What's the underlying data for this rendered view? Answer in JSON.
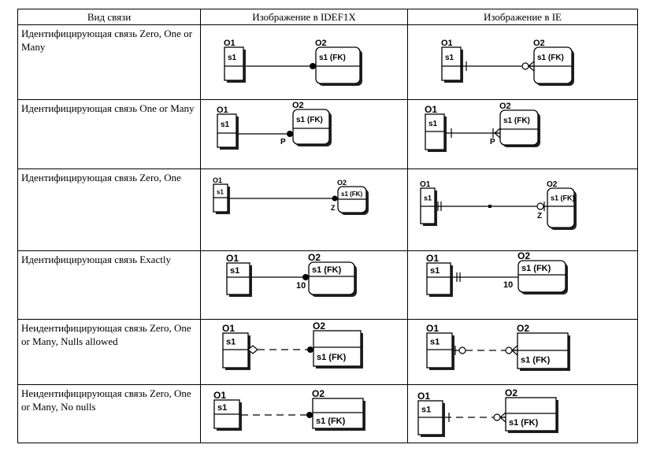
{
  "header": {
    "col_type": "Вид связи",
    "col_idef1x": "Изображение в IDEF1X",
    "col_ie": "Изображение в IE"
  },
  "rows": [
    {
      "type": "Идентифицирующая связь Zero, One or Many",
      "idef1x": {
        "parent": "O1",
        "parent_attr": "s1",
        "child": "O2",
        "child_attr": "s1 (FK)",
        "annotation": ""
      },
      "ie": {
        "parent": "O1",
        "parent_attr": "s1",
        "child": "O2",
        "child_attr": "s1 (FK)",
        "annotation": ""
      }
    },
    {
      "type": "Идентифицирующая связь One or Many",
      "idef1x": {
        "parent": "O1",
        "parent_attr": "s1",
        "child": "O2",
        "child_attr": "s1 (FK)",
        "annotation": "P"
      },
      "ie": {
        "parent": "O1",
        "parent_attr": "s1",
        "child": "O2",
        "child_attr": "s1 (FK)",
        "annotation": "P"
      }
    },
    {
      "type": "Идентифицирующая связь Zero, One",
      "idef1x": {
        "parent": "O1",
        "parent_attr": "s1",
        "child": "O2",
        "child_attr": "s1 (FK)",
        "annotation": "Z"
      },
      "ie": {
        "parent": "O1",
        "parent_attr": "s1",
        "child": "O2",
        "child_attr": "s1 (FK)",
        "annotation": "Z"
      }
    },
    {
      "type": "Идентифицирующая связь Exactly",
      "idef1x": {
        "parent": "O1",
        "parent_attr": "s1",
        "child": "O2",
        "child_attr": "s1 (FK)",
        "annotation": "10"
      },
      "ie": {
        "parent": "O1",
        "parent_attr": "s1",
        "child": "O2",
        "child_attr": "s1 (FK)",
        "annotation": "10"
      }
    },
    {
      "type": "Неидентифицирующая связь Zero, One or Many, Nulls allowed",
      "idef1x": {
        "parent": "O1",
        "parent_attr": "s1",
        "child": "O2",
        "child_attr": "s1 (FK)",
        "annotation": ""
      },
      "ie": {
        "parent": "O1",
        "parent_attr": "s1",
        "child": "O2",
        "child_attr": "s1 (FK)",
        "annotation": ""
      }
    },
    {
      "type": "Неидентифицирующая связь Zero, One or Many, No nulls",
      "idef1x": {
        "parent": "O1",
        "parent_attr": "s1",
        "child": "O2",
        "child_attr": "s1 (FK)",
        "annotation": ""
      },
      "ie": {
        "parent": "O1",
        "parent_attr": "s1",
        "child": "O2",
        "child_attr": "s1 (FK)",
        "annotation": ""
      }
    }
  ]
}
